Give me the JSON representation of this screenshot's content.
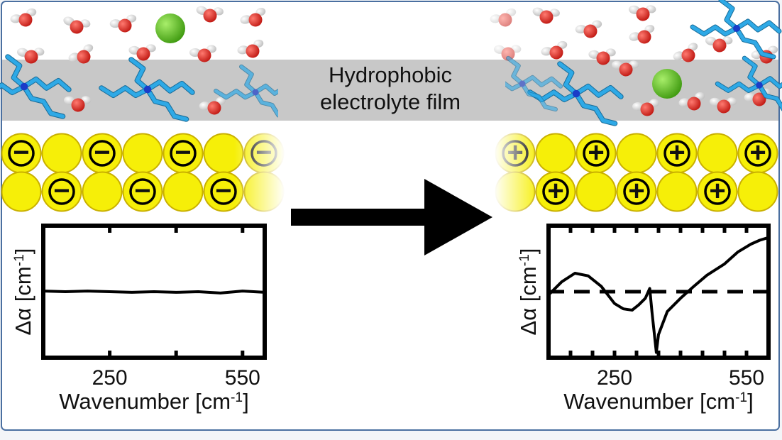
{
  "film": {
    "line1": "Hydrophobic",
    "line2": "electrolyte film"
  },
  "colors": {
    "gold": "#f6ef08",
    "gold_stroke": "#c9b000",
    "film_band": "#c8c8c8",
    "chain": "#2ea9e6",
    "nitrogen": "#1a3cc8",
    "oxygen": "#e0201a",
    "hydrogen": "#f2f2f2",
    "chloride": "#66c22a",
    "ink": "#000000"
  },
  "surface_left": {
    "charge": "negative",
    "top_row": [
      "−",
      "",
      "−",
      "",
      "−",
      "",
      "−"
    ],
    "bottom_row": [
      "",
      "−",
      "",
      "−",
      "",
      "−",
      ""
    ]
  },
  "surface_right": {
    "charge": "positive",
    "top_row": [
      "+",
      "",
      "+",
      "",
      "+",
      "",
      "+"
    ],
    "bottom_row": [
      "",
      "+",
      "",
      "+",
      "",
      "+",
      ""
    ]
  },
  "chart_data": [
    {
      "type": "line",
      "panel": "left",
      "xlabel": "Wavenumber [cm-1]",
      "ylabel": "Δα [cm-1]",
      "xticks": [
        "250",
        "550"
      ],
      "xlim": [
        100,
        600
      ],
      "ylim": [
        -1,
        1
      ],
      "baseline": null,
      "series": [
        {
          "x": [
            100,
            150,
            200,
            250,
            300,
            350,
            400,
            450,
            500,
            550,
            600
          ],
          "y": [
            0.01,
            0,
            0.01,
            0,
            -0.01,
            0,
            -0.01,
            0,
            -0.02,
            0.01,
            -0.01
          ]
        }
      ]
    },
    {
      "type": "line",
      "panel": "right",
      "xlabel": "Wavenumber [cm-1]",
      "ylabel": "Δα [cm-1]",
      "xticks": [
        "250",
        "550"
      ],
      "xlim": [
        100,
        600
      ],
      "ylim": [
        -1,
        1
      ],
      "baseline": 0,
      "series": [
        {
          "x": [
            100,
            130,
            160,
            190,
            220,
            250,
            270,
            290,
            305,
            320,
            330,
            335,
            345,
            350,
            370,
            400,
            430,
            460,
            500,
            530,
            560,
            580,
            600
          ],
          "y": [
            -0.05,
            0.15,
            0.28,
            0.24,
            0.08,
            -0.18,
            -0.26,
            -0.28,
            -0.2,
            -0.1,
            0.05,
            -0.3,
            -0.92,
            -0.65,
            -0.3,
            -0.1,
            0.08,
            0.25,
            0.42,
            0.6,
            0.72,
            0.78,
            0.82
          ]
        }
      ]
    }
  ]
}
